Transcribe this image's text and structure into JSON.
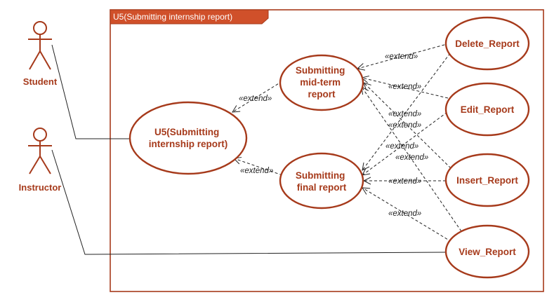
{
  "frame": {
    "title": "U5(Submitting internship report)"
  },
  "actors": {
    "student": "Student",
    "instructor": "Instructor"
  },
  "use_cases": {
    "main": [
      "U5(Submitting",
      "internship report)"
    ],
    "midterm": [
      "Submitting",
      "mid-term",
      "report"
    ],
    "final": [
      "Submitting",
      "final report"
    ],
    "delete": "Delete_Report",
    "edit": "Edit_Report",
    "insert": "Insert_Report",
    "view": "View_Report"
  },
  "relation_label": "«extend»",
  "colors": {
    "primary": "#a63a1b",
    "frame_header": "#d0502a",
    "line": "#222222"
  }
}
